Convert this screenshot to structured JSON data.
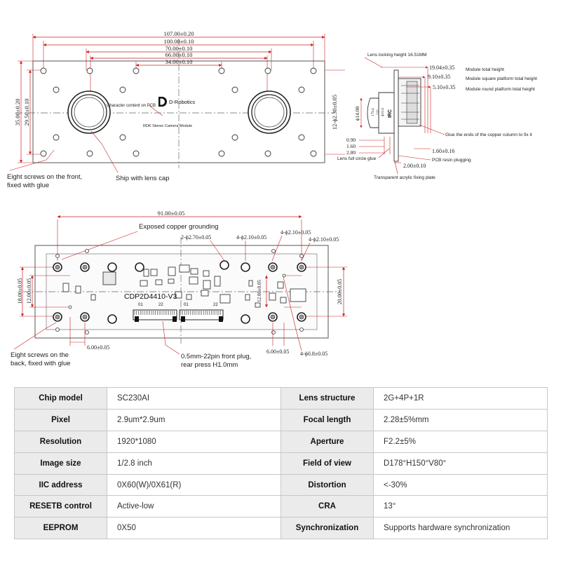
{
  "top_view": {
    "dims_width": [
      "107.00±0.20",
      "100.00±0.10",
      "70.00±0.10",
      "66.00±0.10",
      "34.00±0.10"
    ],
    "dim_height_outer": "35.00±0.20",
    "dim_height_inner": "29.50±0.10",
    "dim_holes_right": "12-ϕ2.30±0.05",
    "pcb_text": "Character content on PCB",
    "logo_text": "D-Robotics",
    "module_text": "RDK Stereo Camera Module",
    "note_screws_front_1": "Eight screws on the front,",
    "note_screws_front_2": "fixed with glue",
    "note_lens_cap": "Ship with lens cap"
  },
  "side_view": {
    "lens_locking_height": "Lens locking height 16.51MM",
    "total_height_dim": "19.04±0.35",
    "total_height_label": "Module total height",
    "square_platform_dim": "9.10±0.35",
    "square_platform_label": "Module square platform total height",
    "round_platform_dim": "5.10±0.35",
    "round_platform_label": "Module round platform total height",
    "diameter_14": "ϕ14.00",
    "d_179": "179.4",
    "d_132": "132",
    "d_104": "ϕ10.4",
    "irc_text": "IRC",
    "glue_copper": "Glue the ends of the copper column to fix it",
    "dim_090": "0.90",
    "dim_160": "1.60",
    "dim_280": "2.80",
    "dim_160_16": "1.60±0.16",
    "lens_circle_glue": "Lens full circle glue",
    "pcb_resin": "PCB resin plugging",
    "dim_200": "2.00±0.10",
    "acrylic_plate": "Transparent acrylic fixing plate"
  },
  "back_view": {
    "dim_width": "91.00±0.05",
    "copper_grounding": "Exposed copper grounding",
    "hole_270": "2-ϕ2.70±0.05",
    "hole_210_a": "4-ϕ2.10±0.05",
    "hole_210_b": "4-ϕ2.10±0.05",
    "hole_210_c": "4-ϕ2.10±0.05",
    "dim_18": "18.00±0.05",
    "dim_12_left": "12.00±0.05",
    "dim_12_right": "12.00±0.05",
    "dim_20": "20.00±0.05",
    "board_name": "CDP2D4410-V3",
    "pin01_a": "01",
    "pin22_a": "22",
    "pin01_b": "01",
    "pin22_b": "22",
    "dim_6_left": "6.00±0.05",
    "dim_6_right": "6.00±0.05",
    "hole_08": "4-ϕ0.8±0.05",
    "note_screws_back_1": "Eight screws on the",
    "note_screws_back_2": "back, fixed with glue",
    "note_plug_1": "0.5mm-22pin front plug,",
    "note_plug_2": "rear press H1.0mm"
  },
  "spec_table": [
    {
      "k1": "Chip model",
      "v1": "SC230AI",
      "k2": "Lens structure",
      "v2": "2G+4P+1R"
    },
    {
      "k1": "Pixel",
      "v1": "2.9um*2.9um",
      "k2": "Focal length",
      "v2": "2.28±5%mm"
    },
    {
      "k1": "Resolution",
      "v1": "1920*1080",
      "k2": "Aperture",
      "v2": "F2.2±5%"
    },
    {
      "k1": "Image size",
      "v1": "1/2.8 inch",
      "k2": "Field of view",
      "v2": "D178°H150°V80°"
    },
    {
      "k1": "IIC address",
      "v1": "0X60(W)/0X61(R)",
      "k2": "Distortion",
      "v2": "<-30%"
    },
    {
      "k1": "RESETB control",
      "v1": "Active-low",
      "k2": "CRA",
      "v2": "13°"
    },
    {
      "k1": "EEPROM",
      "v1": "0X50",
      "k2": "Synchronization",
      "v2": "Supports hardware synchronization"
    }
  ]
}
